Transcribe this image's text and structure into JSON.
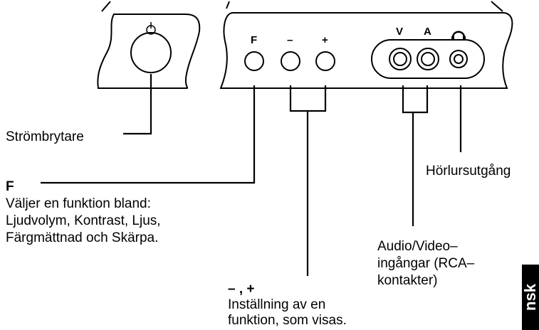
{
  "device": {
    "power_symbol": "⏻",
    "buttons": {
      "f": "F",
      "minus": "–",
      "plus": "+"
    },
    "jacks": {
      "video": "V",
      "audio": "A",
      "headphone_icon": "headphone-icon"
    }
  },
  "labels": {
    "power_switch": "Strömbrytare",
    "headphone_out": "Hörlursutgång",
    "f_title": "F",
    "f_desc": [
      "Väljer en funktion bland:",
      "Ljudvolym, Kontrast, Ljus,",
      "Färgmättnad och Skärpa."
    ],
    "av_inputs": [
      "Audio/Video–",
      "ingångar (RCA–",
      "kontakter)"
    ],
    "minus_plus_title": "– , +",
    "minus_plus_desc": [
      "Inställning av en",
      "funktion, som visas."
    ]
  },
  "side_tab": "nsk"
}
